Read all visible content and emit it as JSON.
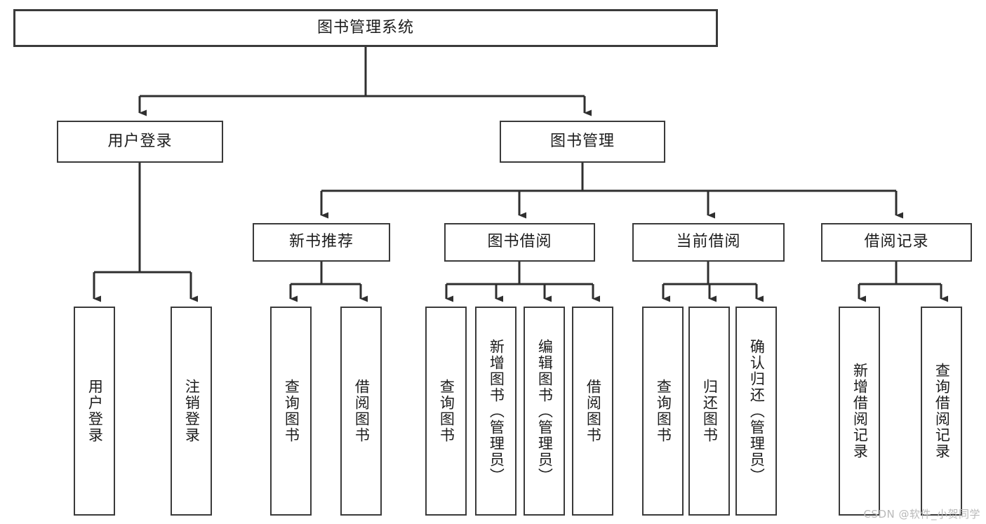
{
  "diagram": {
    "title": "图书管理系统",
    "type": "tree",
    "orientation": "top-down",
    "colors": {
      "box_border": "#3a3a3a",
      "box_fill": "#ffffff",
      "connector": "#2f2f2f",
      "text": "#1c1c1c",
      "watermark": "#b9b9b9",
      "background": "#ffffff"
    },
    "root": {
      "label": "图书管理系统"
    },
    "level2": [
      {
        "label": "用户登录"
      },
      {
        "label": "图书管理"
      }
    ],
    "level3": [
      {
        "label": "新书推荐"
      },
      {
        "label": "图书借阅"
      },
      {
        "label": "当前借阅"
      },
      {
        "label": "借阅记录"
      }
    ],
    "leaves_user_login": [
      {
        "label": "用户登录"
      },
      {
        "label": "注销登录"
      }
    ],
    "leaves_new_book": [
      {
        "label": "查询图书"
      },
      {
        "label": "借阅图书"
      }
    ],
    "leaves_borrow": [
      {
        "label": "查询图书"
      },
      {
        "label": "新增图书（管理员）"
      },
      {
        "label": "编辑图书（管理员）"
      },
      {
        "label": "借阅图书"
      }
    ],
    "leaves_current": [
      {
        "label": "查询图书"
      },
      {
        "label": "归还图书"
      },
      {
        "label": "确认归还（管理员）"
      }
    ],
    "leaves_records": [
      {
        "label": "新增借阅记录"
      },
      {
        "label": "查询借阅记录"
      }
    ]
  },
  "watermark": {
    "text": "CSDN @软件_小贺同学"
  }
}
